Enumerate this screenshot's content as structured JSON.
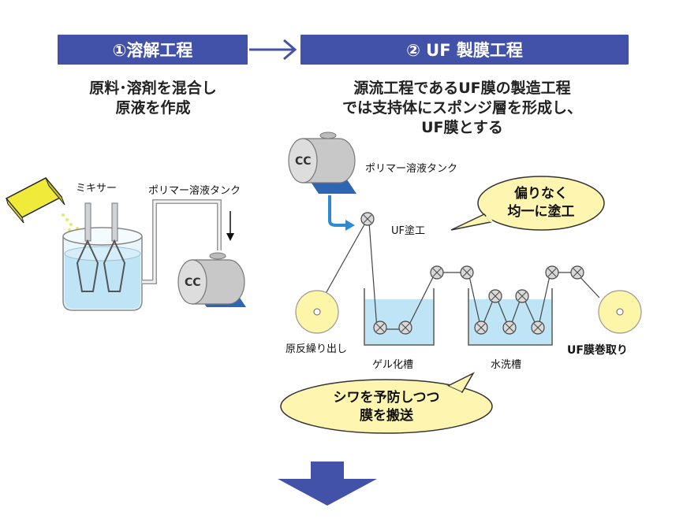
{
  "steps": [
    {
      "title": "①溶解工程",
      "description": [
        "原料･溶剤を混合し",
        "原液を作成"
      ]
    },
    {
      "title": "② UF 製膜工程",
      "description": [
        "源流工程であるUF膜の製造工程",
        "では支持体にスポンジ層を形成し、",
        "UF膜とする"
      ]
    }
  ],
  "labels": {
    "mixer": "ミキサー",
    "polymer_tank_left": "ポリマー溶液タンク",
    "polymer_tank_right": "ポリマー溶液タンク",
    "uf_coating": "UF塗工",
    "raw_unwind": "原反繰り出し",
    "gel_tank": "ゲル化槽",
    "wash_tank": "水洗槽",
    "uf_winding": "UF膜巻取り"
  },
  "callouts": {
    "even_coating": [
      "偏りなく",
      "均一に塗工"
    ],
    "transport": [
      "シワを予防しつつ",
      "膜を搬送"
    ]
  },
  "colors": {
    "header_bg": "#4252a8",
    "arrow": "#4252a8",
    "water": "#bfe4f5",
    "bubble": "#fdf5b0",
    "roll": "#fdf5a8",
    "tank_body": "#c8c8c8",
    "tank_base": "#2f66b3",
    "hopper": "#f0ea3a"
  }
}
